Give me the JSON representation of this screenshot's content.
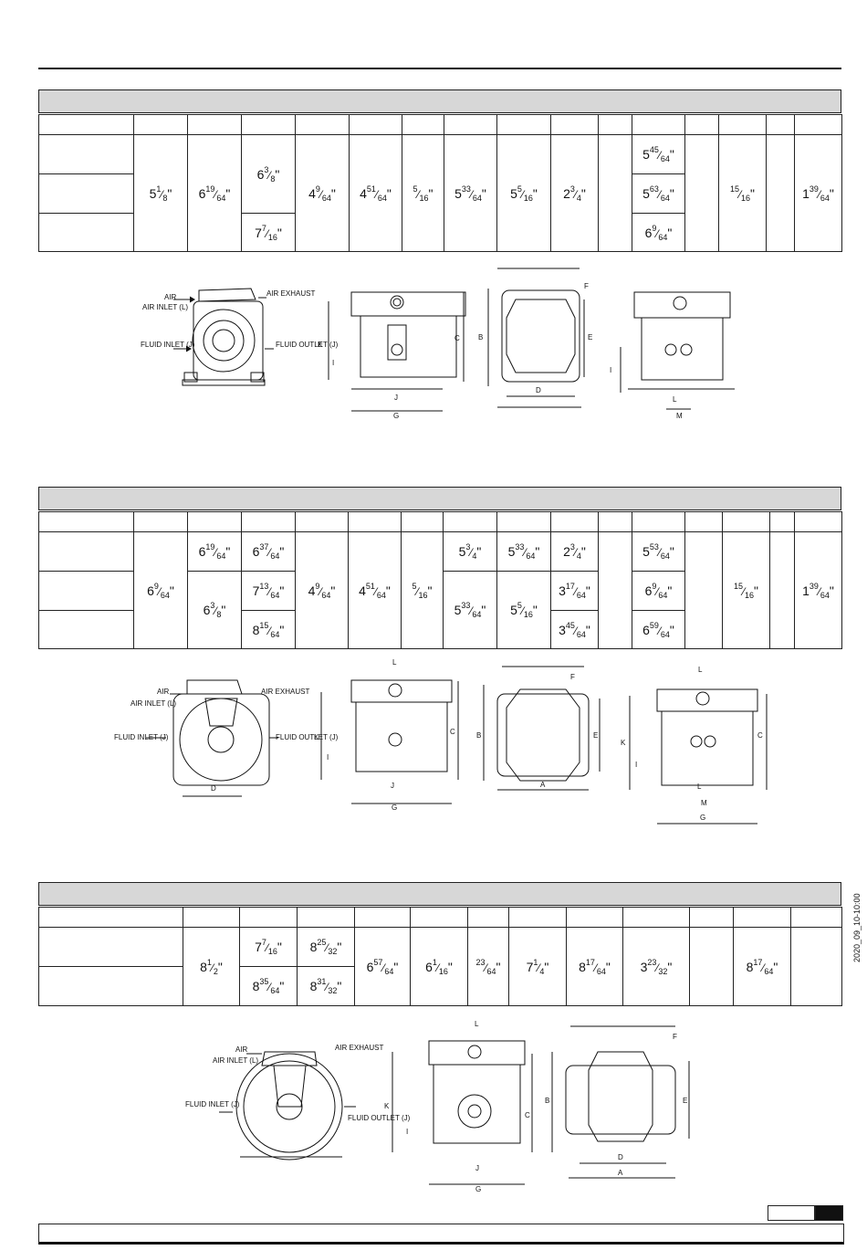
{
  "side_text": "2020_09_10-10:00",
  "labels": {
    "air_inlet": "AIR INLET (L)",
    "air_exhaust": "AIR EXHAUST",
    "fluid_inlet": "FLUID INLET (J)",
    "fluid_outlet": "FLUID OUTLET (J)",
    "A": "A",
    "B": "B",
    "C": "C",
    "D": "D",
    "E": "E",
    "F": "F",
    "G": "G",
    "I": "I",
    "J": "J",
    "K": "K",
    "L": "L",
    "M": "M"
  },
  "table1": {
    "c1": {
      "w": "5",
      "n": "1",
      "d": "8"
    },
    "c2": {
      "w": "6",
      "n": "19",
      "d": "64"
    },
    "c3a": {
      "w": "6",
      "n": "3",
      "d": "8"
    },
    "c3b": {
      "w": "7",
      "n": "7",
      "d": "16"
    },
    "c4": {
      "w": "4",
      "n": "9",
      "d": "64"
    },
    "c5": {
      "w": "4",
      "n": "51",
      "d": "64"
    },
    "c6": {
      "w": "",
      "n": "5",
      "d": "16"
    },
    "c7": {
      "w": "5",
      "n": "33",
      "d": "64"
    },
    "c8": {
      "w": "5",
      "n": "5",
      "d": "16"
    },
    "c9": {
      "w": "2",
      "n": "3",
      "d": "4"
    },
    "c11a": {
      "w": "5",
      "n": "45",
      "d": "64"
    },
    "c11b": {
      "w": "5",
      "n": "63",
      "d": "64"
    },
    "c11c": {
      "w": "6",
      "n": "9",
      "d": "64"
    },
    "c13": {
      "w": "",
      "n": "15",
      "d": "16"
    },
    "c15": {
      "w": "1",
      "n": "39",
      "d": "64"
    }
  },
  "table2": {
    "c1": {
      "w": "6",
      "n": "9",
      "d": "64"
    },
    "c2a": {
      "w": "6",
      "n": "19",
      "d": "64"
    },
    "c2b": {
      "w": "6",
      "n": "3",
      "d": "8"
    },
    "c3a": {
      "w": "6",
      "n": "37",
      "d": "64"
    },
    "c3b": {
      "w": "7",
      "n": "13",
      "d": "64"
    },
    "c3c": {
      "w": "8",
      "n": "15",
      "d": "64"
    },
    "c4": {
      "w": "4",
      "n": "9",
      "d": "64"
    },
    "c5": {
      "w": "4",
      "n": "51",
      "d": "64"
    },
    "c6": {
      "w": "",
      "n": "5",
      "d": "16"
    },
    "c7a": {
      "w": "5",
      "n": "3",
      "d": "4"
    },
    "c7b": {
      "w": "5",
      "n": "33",
      "d": "64"
    },
    "c8a": {
      "w": "5",
      "n": "33",
      "d": "64"
    },
    "c8b": {
      "w": "5",
      "n": "5",
      "d": "16"
    },
    "c9a": {
      "w": "2",
      "n": "3",
      "d": "4"
    },
    "c9b": {
      "w": "3",
      "n": "17",
      "d": "64"
    },
    "c9c": {
      "w": "3",
      "n": "45",
      "d": "64"
    },
    "c11a": {
      "w": "5",
      "n": "53",
      "d": "64"
    },
    "c11b": {
      "w": "6",
      "n": "9",
      "d": "64"
    },
    "c11c": {
      "w": "6",
      "n": "59",
      "d": "64"
    },
    "c13": {
      "w": "",
      "n": "15",
      "d": "16"
    },
    "c15": {
      "w": "1",
      "n": "39",
      "d": "64"
    }
  },
  "table3": {
    "c1": {
      "w": "8",
      "n": "1",
      "d": "2"
    },
    "c2a": {
      "w": "7",
      "n": "7",
      "d": "16"
    },
    "c2b": {
      "w": "8",
      "n": "35",
      "d": "64"
    },
    "c3a": {
      "w": "8",
      "n": "25",
      "d": "32"
    },
    "c3b": {
      "w": "8",
      "n": "31",
      "d": "32"
    },
    "c4": {
      "w": "6",
      "n": "57",
      "d": "64"
    },
    "c5": {
      "w": "6",
      "n": "1",
      "d": "16"
    },
    "c6": {
      "w": "",
      "n": "23",
      "d": "64"
    },
    "c7": {
      "w": "7",
      "n": "1",
      "d": "4"
    },
    "c8": {
      "w": "8",
      "n": "17",
      "d": "64"
    },
    "c9": {
      "w": "3",
      "n": "23",
      "d": "32"
    },
    "c11": {
      "w": "8",
      "n": "17",
      "d": "64"
    }
  }
}
